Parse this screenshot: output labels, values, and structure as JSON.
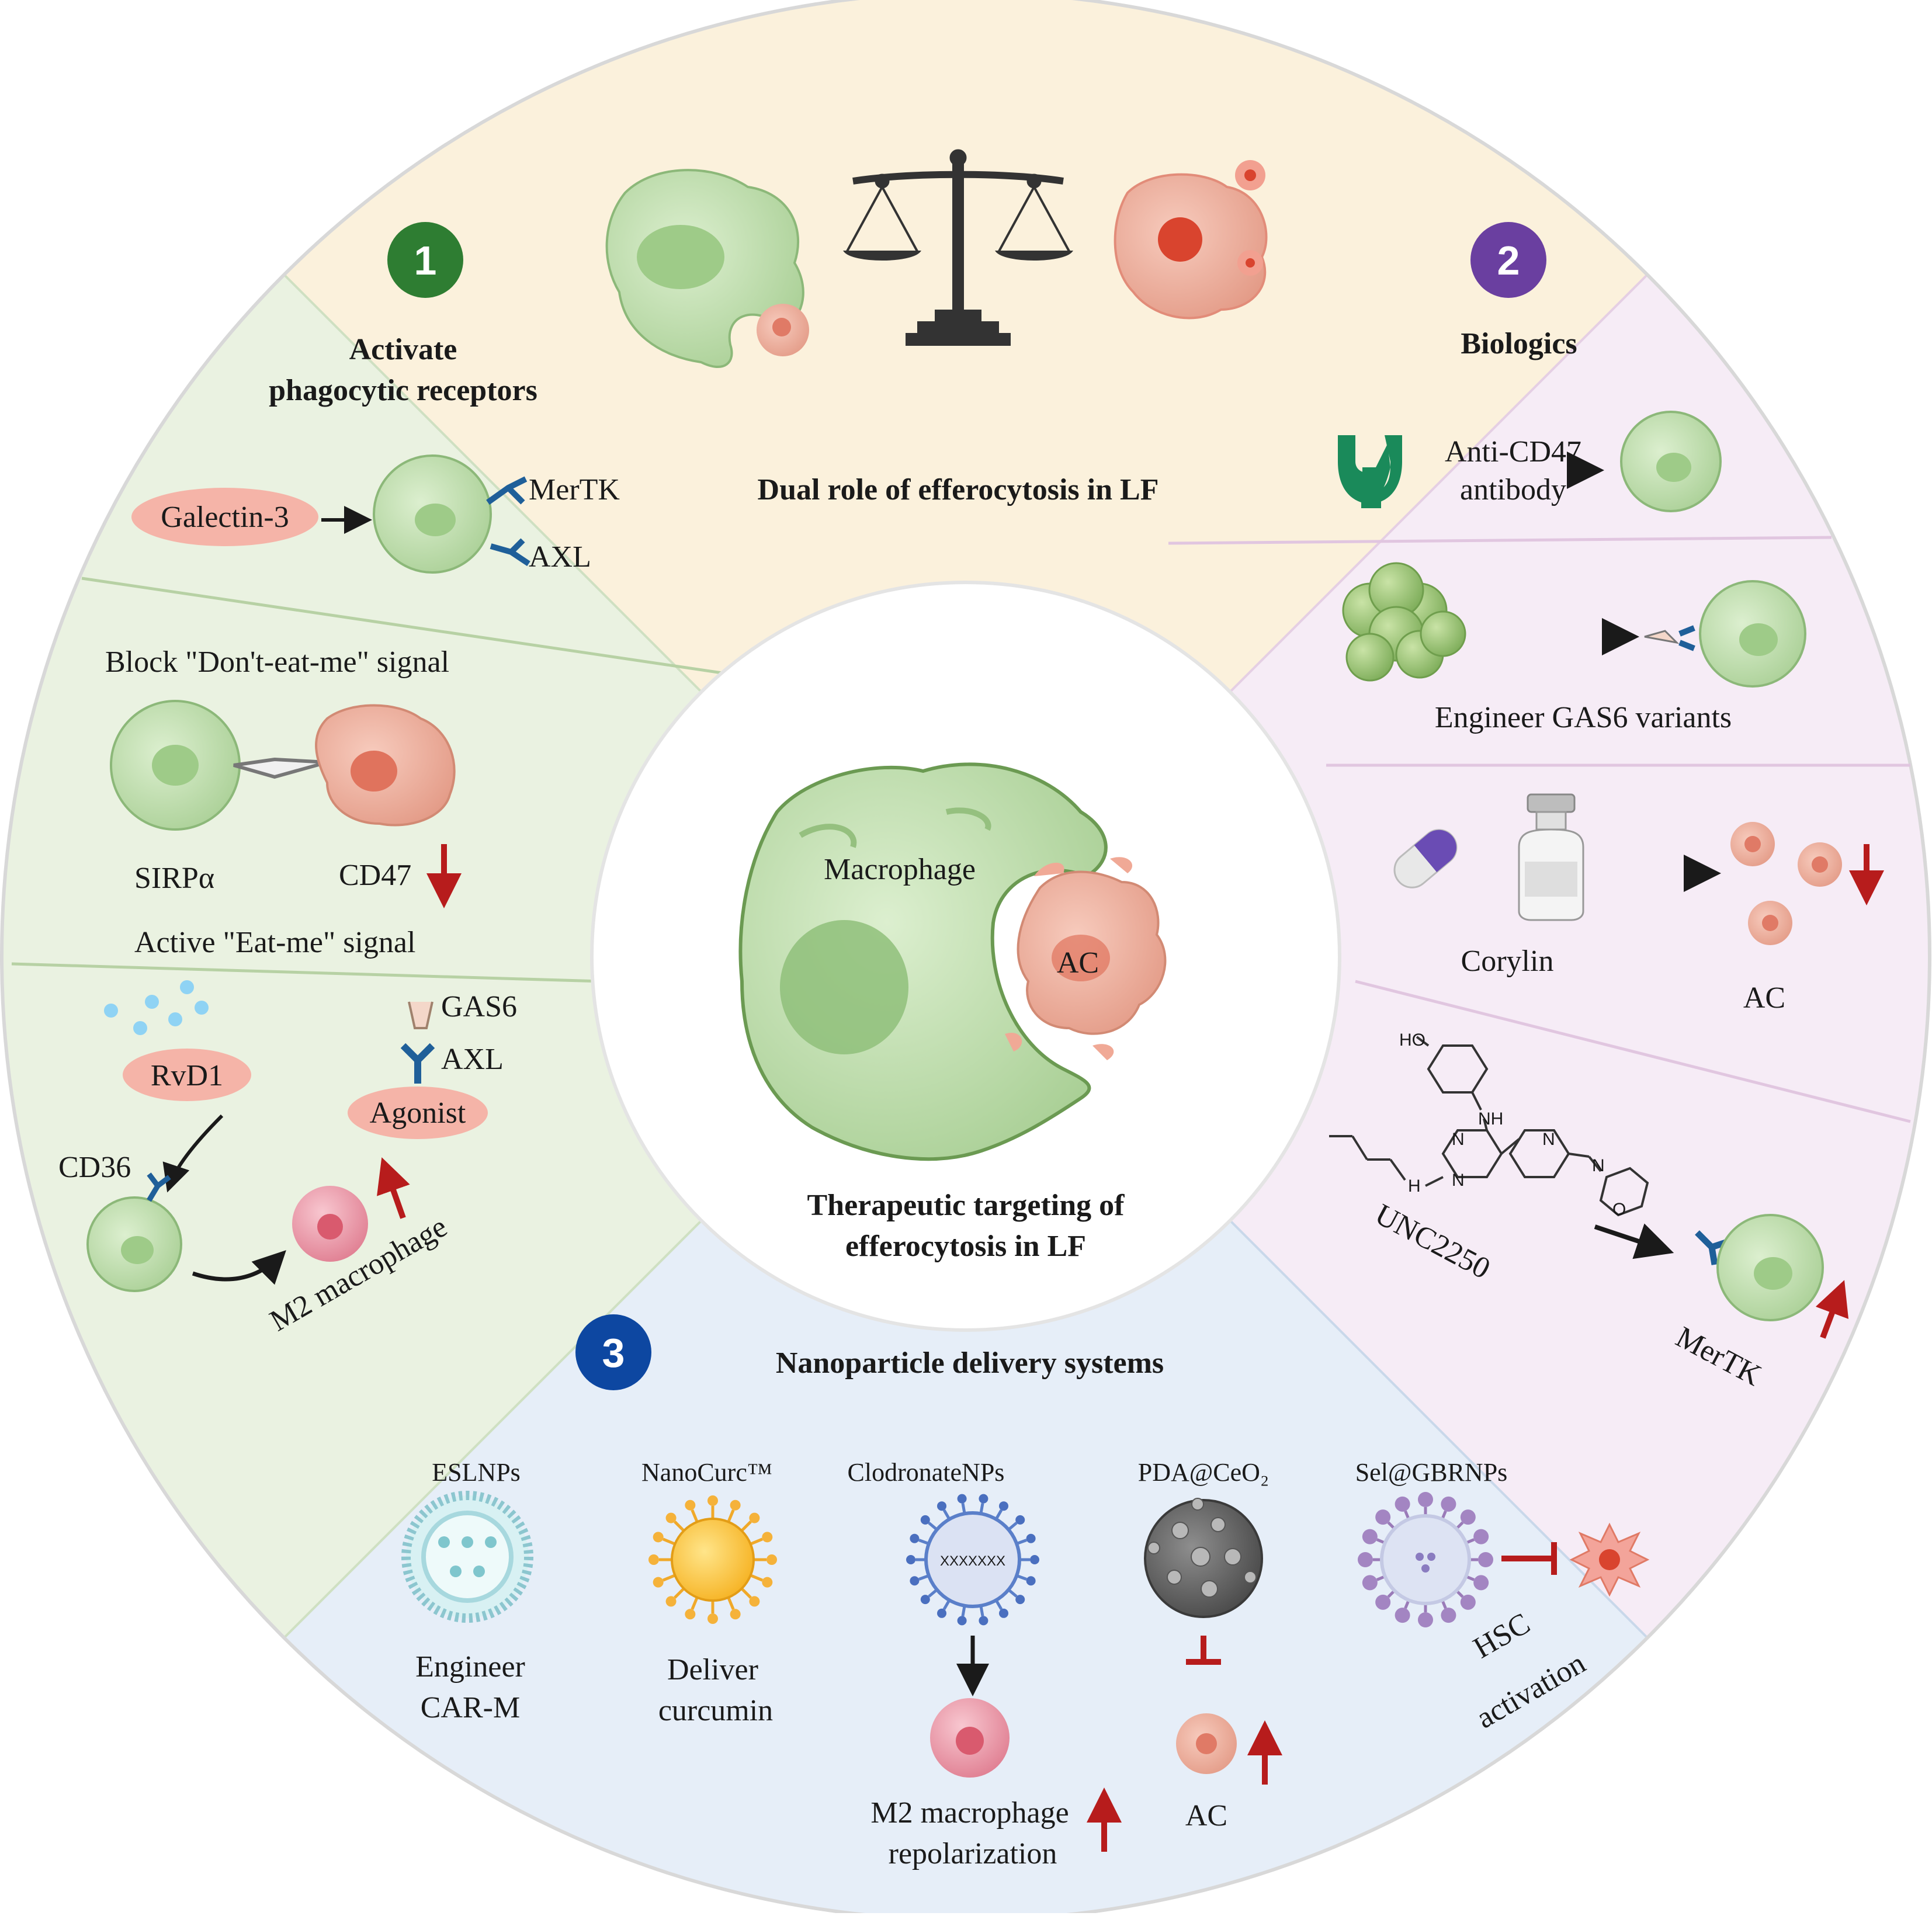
{
  "center": {
    "title_line1": "Therapeutic targeting of",
    "title_line2": "efferocytosis in LF",
    "macrophage_label": "Macrophage",
    "ac_label": "AC"
  },
  "top": {
    "title": "Dual role of efferocytosis in LF"
  },
  "section1": {
    "number": "1",
    "number_color": "#2e7d32",
    "title_line1": "Activate",
    "title_line2": "phagocytic receptors",
    "galectin": "Galectin-3",
    "mertk": "MerTK",
    "axl": "AXL",
    "block_signal": "Block \"Don't-eat-me\" signal",
    "sirpa": "SIRPα",
    "cd47": "CD47",
    "active_signal": "Active \"Eat-me\" signal",
    "gas6": "GAS6",
    "axl2": "AXL",
    "rvd1": "RvD1",
    "agonist": "Agonist",
    "cd36": "CD36",
    "m2": "M2 macrophage"
  },
  "section2": {
    "number": "2",
    "number_color": "#6a3fa0",
    "title": "Biologics",
    "anti_cd47_line1": "Anti-CD47",
    "anti_cd47_line2": "antibody",
    "gas6_variants": "Engineer GAS6 variants",
    "corylin": "Corylin",
    "ac": "AC",
    "unc2250": "UNC2250",
    "mertk": "MerTK",
    "chem_labels": [
      "HO",
      "NH",
      "N",
      "N",
      "H",
      "N",
      "N",
      "O"
    ]
  },
  "section3": {
    "number": "3",
    "number_color": "#0d47a1",
    "title": "Nanoparticle delivery systems",
    "items": [
      {
        "name": "ESLNPs",
        "desc_line1": "Engineer",
        "desc_line2": "CAR-M"
      },
      {
        "name": "NanoCurc™",
        "desc_line1": "Deliver",
        "desc_line2": "curcumin"
      },
      {
        "name": "ClodronateNPs",
        "desc_line1": "M2 macrophage",
        "desc_line2": "repolarization"
      },
      {
        "name": "PDA@CeO₂",
        "desc_line1": "AC",
        "desc_line2": ""
      },
      {
        "name": "Sel@GBRNPs",
        "desc_line1": "HSC",
        "desc_line2": "activation"
      }
    ],
    "dna_text": "XXXXXXX"
  },
  "colors": {
    "green_sector": "#eaf2e1",
    "yellow_sector": "#fbf1dc",
    "purple_sector": "#f6ecf6",
    "blue_sector": "#e6eef8",
    "cell_green": "#c5e0b4",
    "cell_pink": "#f4b8a8",
    "arrow_red": "#b71c1c",
    "receptor_blue": "#1f5f99"
  }
}
